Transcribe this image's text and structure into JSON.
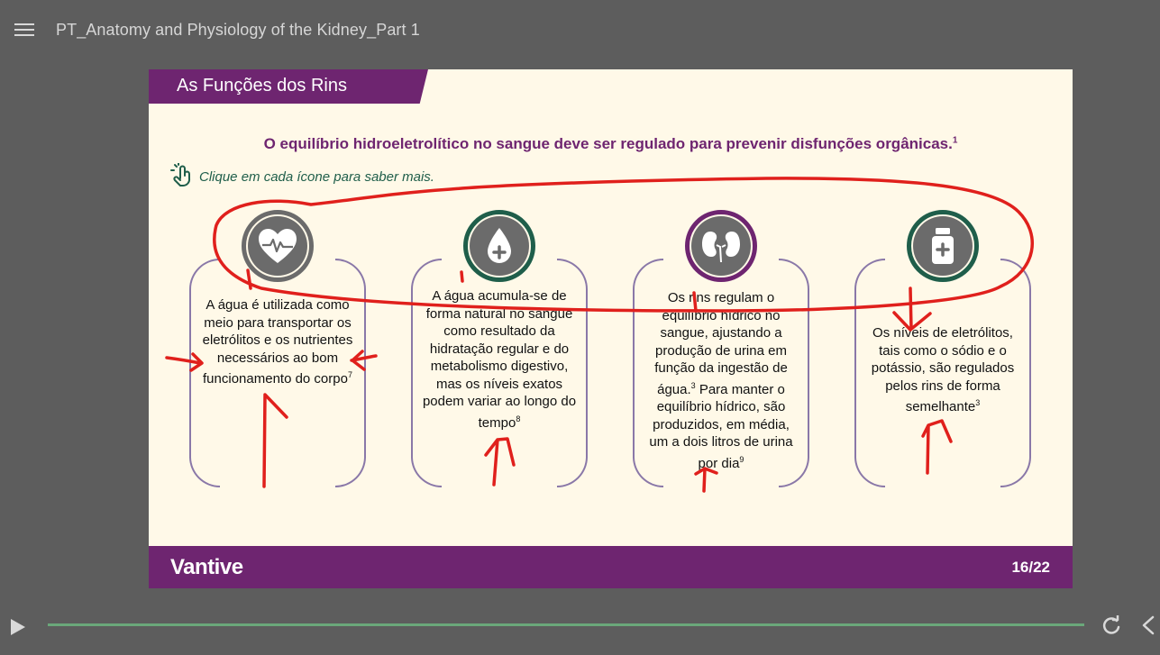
{
  "app": {
    "course_title": "PT_Anatomy and Physiology of the Kidney_Part 1"
  },
  "slide": {
    "header": "As Funções dos Rins",
    "headline": "O equilíbrio hidroeletrolítico no sangue deve ser regulado para prevenir disfunções orgânicas.",
    "headline_ref": "1",
    "instruction": "Clique em cada ícone para saber mais.",
    "cards": [
      {
        "icon": "heart-pulse-icon",
        "text": "A água é utilizada como meio para transportar os eletrólitos e os nutrientes necessários ao bom funcionamento do corpo",
        "ref": "7",
        "color": "#6b6b6b"
      },
      {
        "icon": "water-drop-plus-icon",
        "text": "A água acumula-se de forma natural no sangue como resultado da hidratação regular e do metabolismo digestivo, mas os níveis exatos podem variar ao longo do tempo",
        "ref": "8",
        "color": "#1f5e4a"
      },
      {
        "icon": "kidneys-icon",
        "text": "Os rins regulam o equilíbrio hídrico no sangue, ajustando a produção de urina em função da ingestão de água.",
        "ref": "3",
        "text2": " Para manter o equilíbrio hídrico, são produzidos, em média, um a dois litros de urina por dia",
        "ref2": "9",
        "color": "#6e2570"
      },
      {
        "icon": "medicine-bottle-icon",
        "text": "Os níveis de eletrólitos, tais como o sódio e o potássio, são regulados pelos rins de forma semelhante",
        "ref": "3",
        "color": "#1f5e4a"
      }
    ],
    "footer": {
      "logo": "Vantive",
      "page": "16/22"
    }
  },
  "player": {
    "progress": 1.0,
    "accent": "#6aa87a"
  },
  "colors": {
    "brand_purple": "#6e2570",
    "brand_green": "#1f5e4a",
    "slide_bg": "#fff9e8",
    "annotation_red": "#e0201c"
  }
}
